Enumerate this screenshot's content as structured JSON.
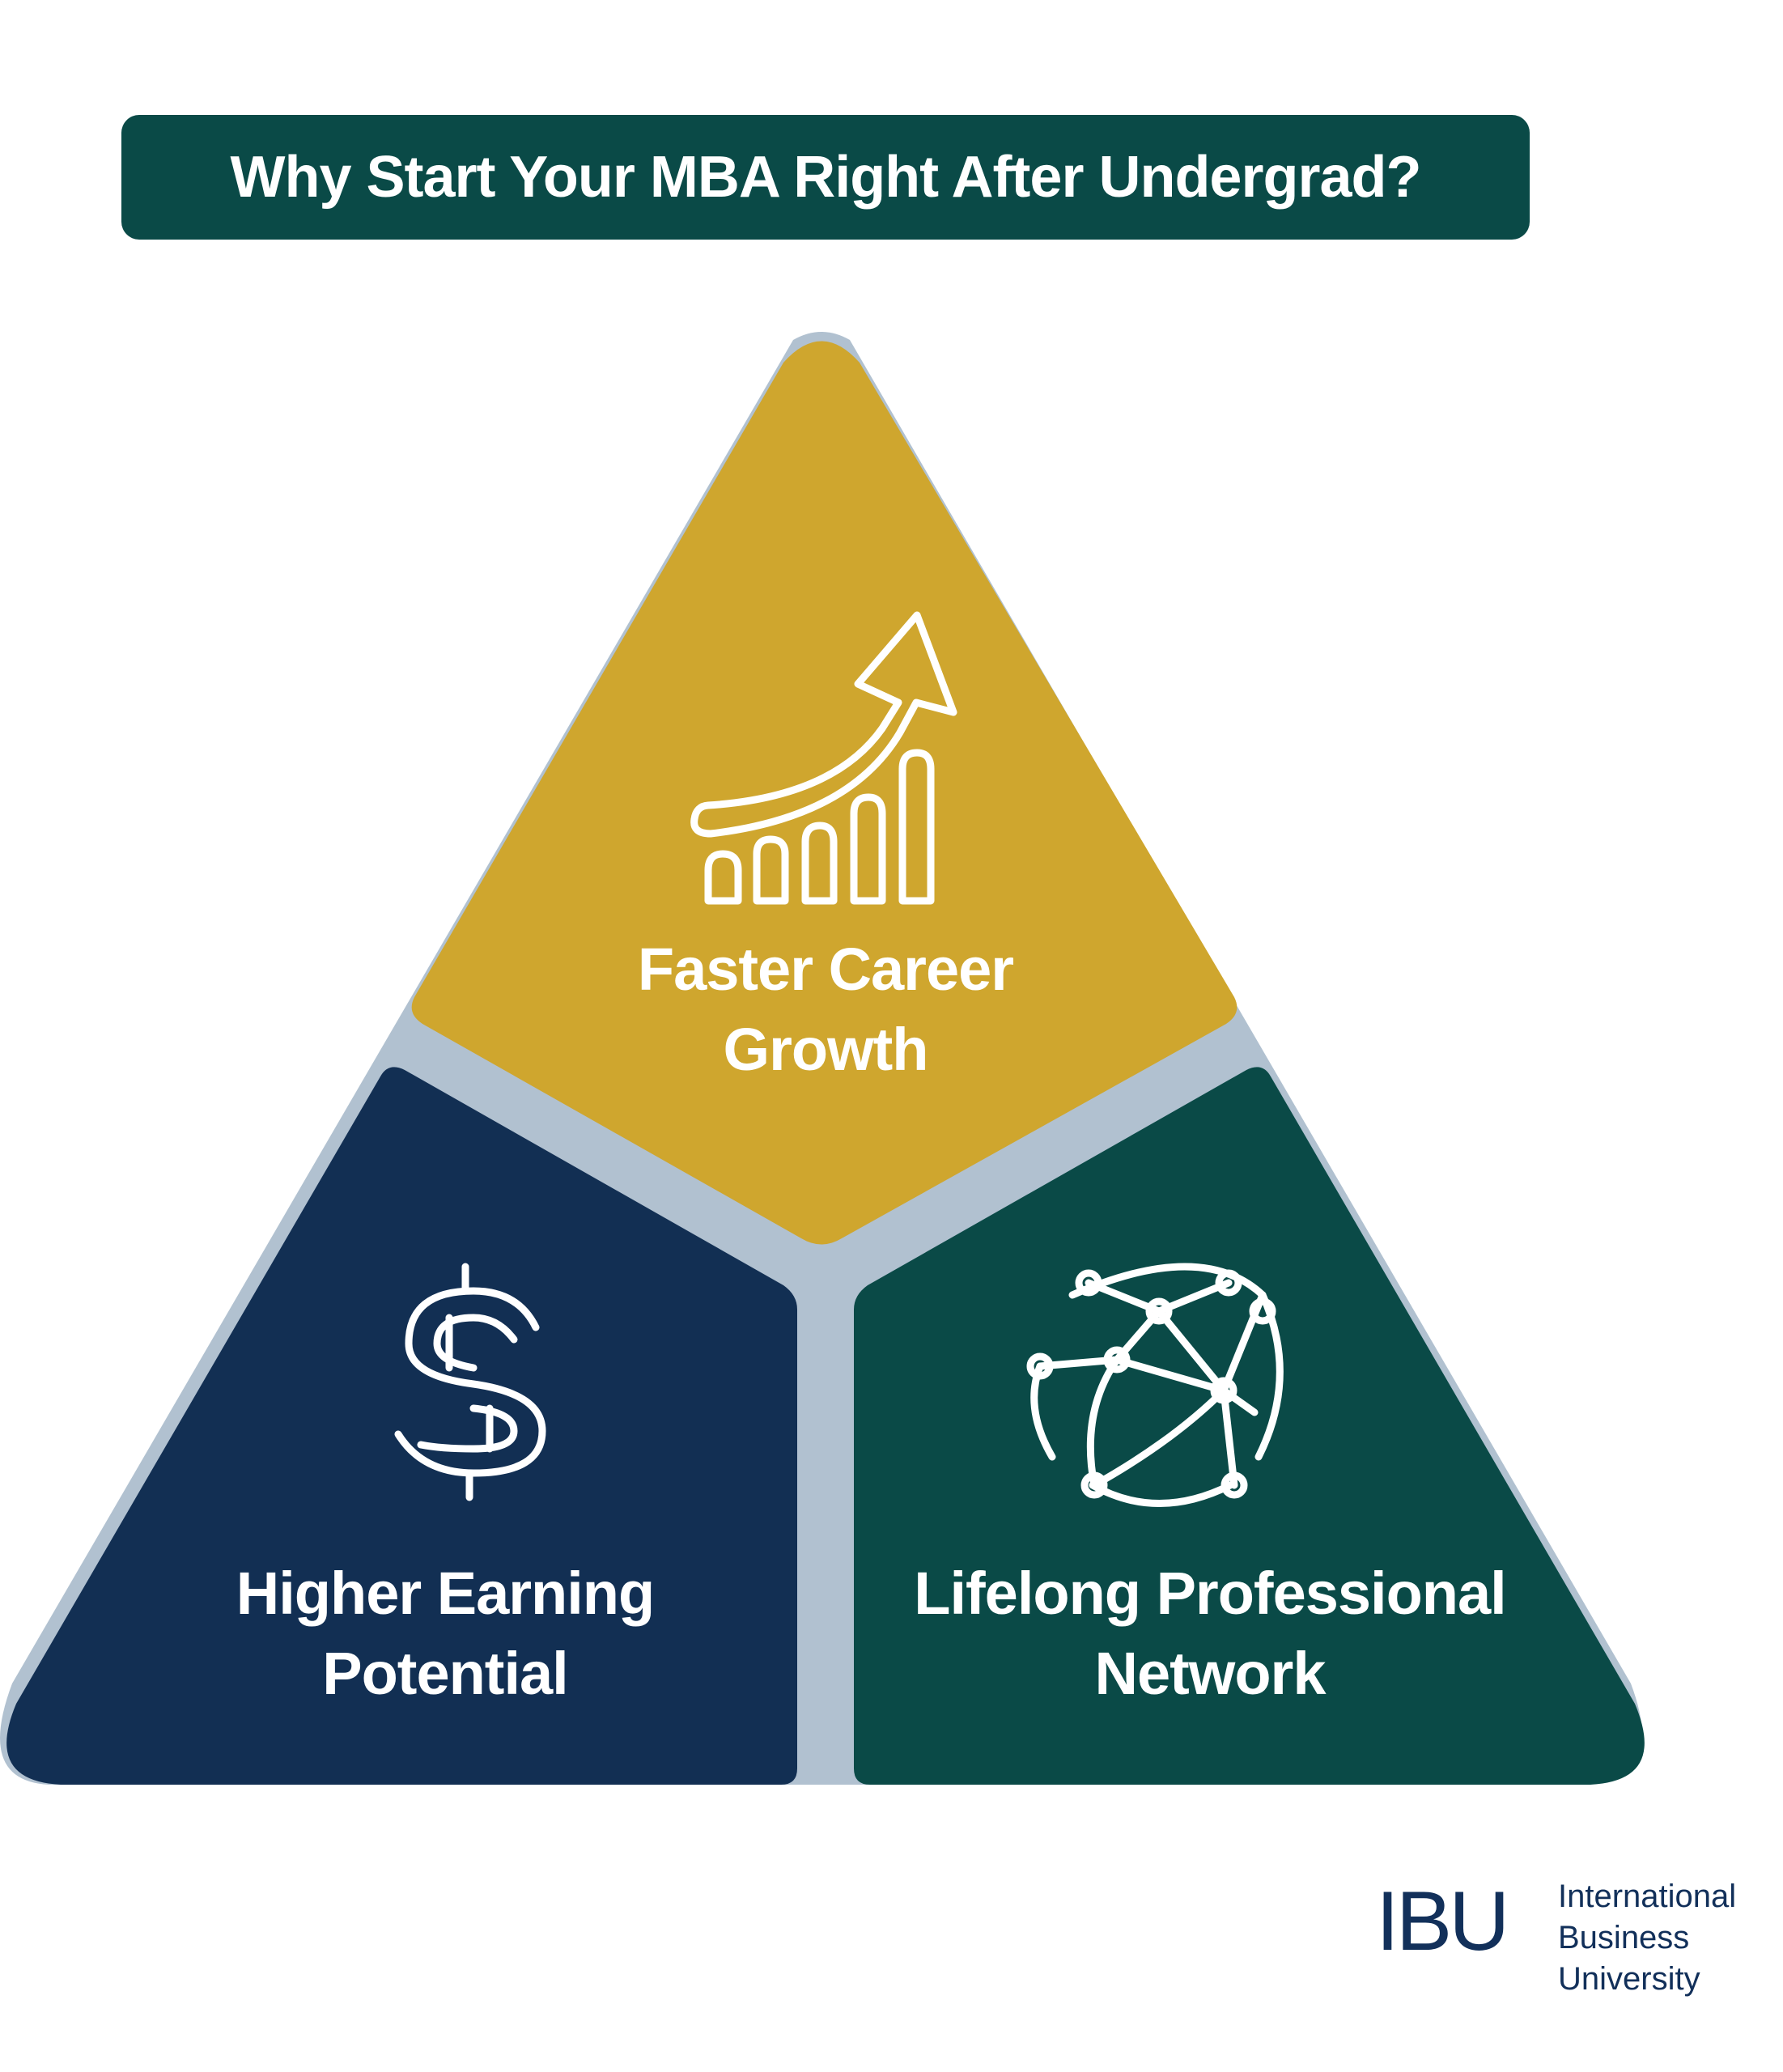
{
  "title": "Why Start Your MBA Right After Undergrad?",
  "segments": {
    "top": {
      "line1": "Faster Career",
      "line2": "Growth",
      "icon": "growth-chart-arrow-icon",
      "color": "#cfa62e"
    },
    "left": {
      "line1": "Higher Earning",
      "line2": "Potential",
      "icon": "dollar-sign-icon",
      "color": "#122f53"
    },
    "right": {
      "line1": "Lifelong Professional",
      "line2": "Network",
      "icon": "network-globe-icon",
      "color": "#0a4a47"
    }
  },
  "separator_color": "#b1c1d0",
  "logo": {
    "mark": "IBU",
    "line1": "International",
    "line2": "Business",
    "line3": "University"
  }
}
